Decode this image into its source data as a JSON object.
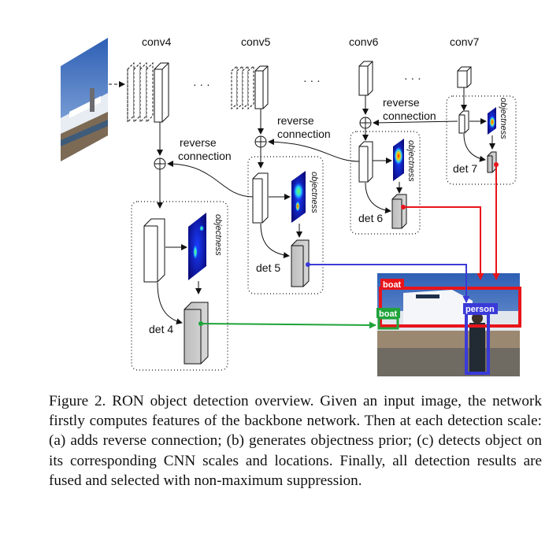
{
  "diagram": {
    "layer_labels": {
      "conv4": "conv4",
      "conv5": "conv5",
      "conv6": "conv6",
      "conv7": "conv7"
    },
    "ellipsis": "· · ·",
    "reverse_connection": {
      "line1": "reverse",
      "line2": "connection"
    },
    "objectness": "objectness",
    "det_labels": {
      "det4": "det 4",
      "det5": "det 5",
      "det6": "det 6",
      "det7": "det 7"
    },
    "box_labels": {
      "boat_large": "boat",
      "boat_small": "boat",
      "person": "person"
    },
    "colors": {
      "red": "#e8141b",
      "blue": "#3a3ad8",
      "green": "#1fa33a",
      "det_gray": "#c8c8c8",
      "sky": "#3f6fc4"
    }
  },
  "caption": "Figure 2. RON object detection overview. Given an input image, the network firstly computes features of the backbone network. Then at each detection scale: (a) adds reverse connection; (b) generates objectness prior; (c) detects object on its corresponding CNN scales and locations. Finally, all detection results are fused and selected with non-maximum suppression."
}
